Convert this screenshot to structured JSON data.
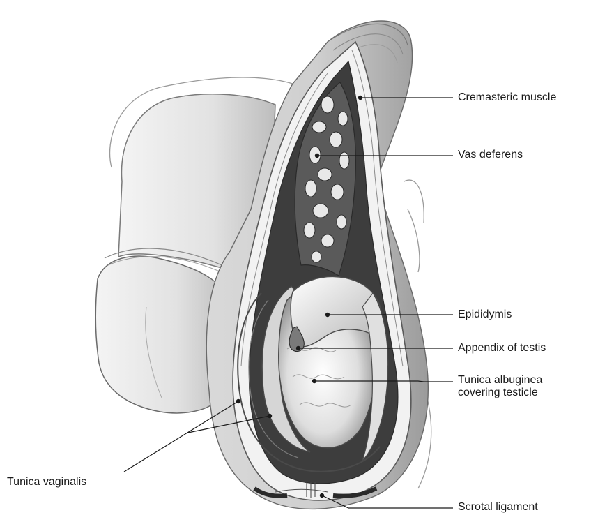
{
  "labels": {
    "cremasteric_muscle": "Cremasteric muscle",
    "vas_deferens": "Vas deferens",
    "epididymis": "Epididymis",
    "appendix_of_testis": "Appendix of testis",
    "tunica_albuginea_line1": "Tunica albuginea",
    "tunica_albuginea_line2": "covering testicle",
    "tunica_vaginalis": "Tunica vaginalis",
    "scrotal_ligament": "Scrotal ligament"
  },
  "colors": {
    "ink": "#1a1a1a",
    "shadow": "#6b6b6b",
    "dark_cavity": "#3a3a3a",
    "light_fill": "#e6e6e6",
    "highlight": "#ffffff"
  }
}
